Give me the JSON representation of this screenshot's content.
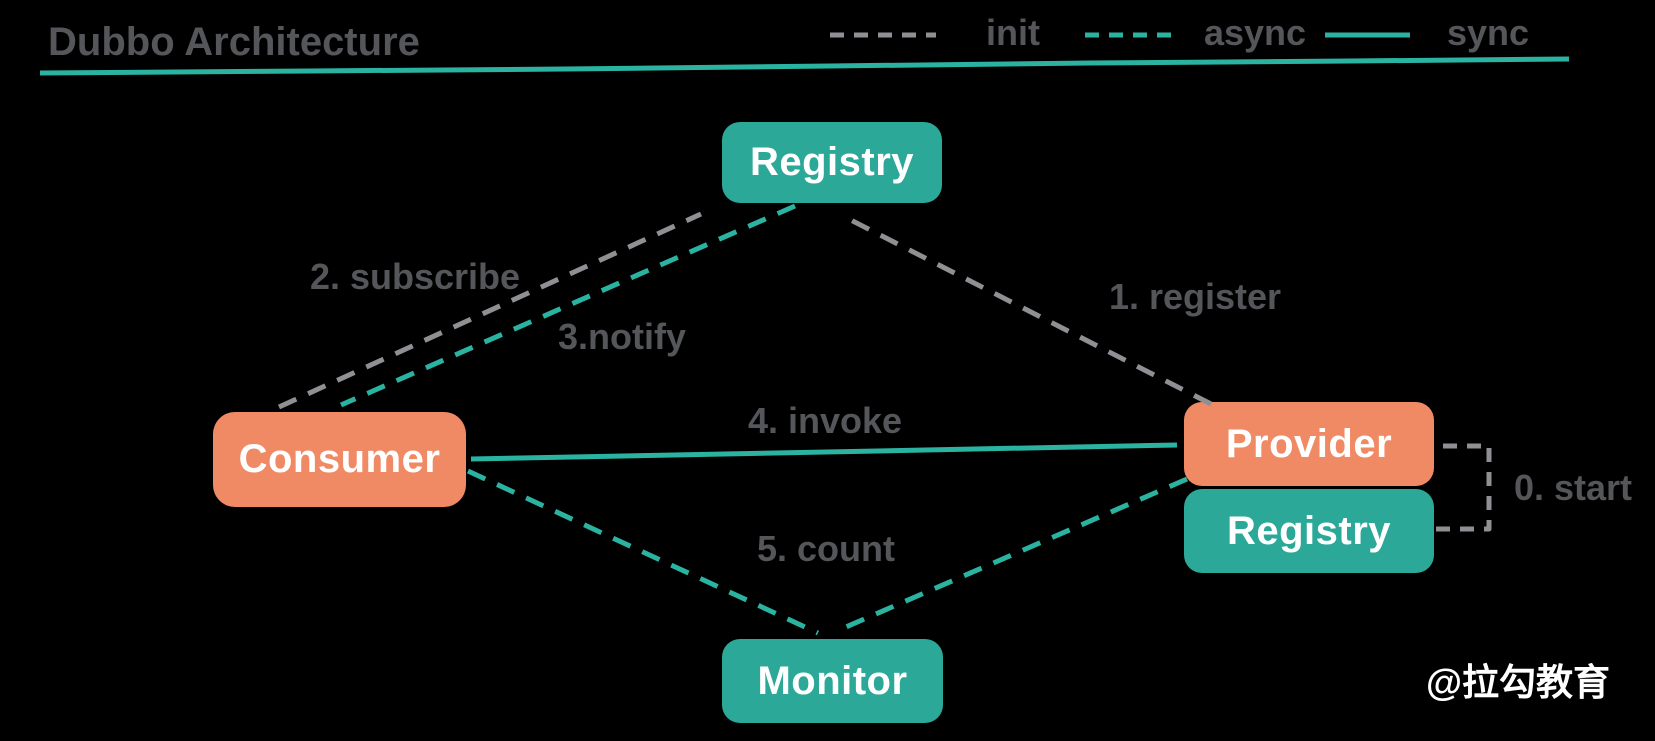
{
  "title": "Dubbo Architecture",
  "watermark": "@拉勾教育",
  "legend": {
    "items": [
      {
        "label": "init",
        "line": "dashed",
        "color": "gray"
      },
      {
        "label": "async",
        "line": "dashed",
        "color": "teal"
      },
      {
        "label": "sync",
        "line": "solid",
        "color": "teal"
      }
    ]
  },
  "nodes": {
    "registry_top": {
      "label": "Registry",
      "color": "teal"
    },
    "consumer": {
      "label": "Consumer",
      "color": "orange"
    },
    "provider": {
      "label": "Provider",
      "color": "orange"
    },
    "provider_registry": {
      "label": "Registry",
      "color": "teal"
    },
    "monitor": {
      "label": "Monitor",
      "color": "teal"
    }
  },
  "edges": {
    "start": {
      "label": "0. start",
      "type": "init",
      "from": "provider_registry",
      "to": "provider"
    },
    "register": {
      "label": "1. register",
      "type": "init",
      "from": "provider",
      "to": "registry_top"
    },
    "subscribe": {
      "label": "2. subscribe",
      "type": "init",
      "from": "consumer",
      "to": "registry_top"
    },
    "notify": {
      "label": "3.notify",
      "type": "async",
      "from": "registry_top",
      "to": "consumer"
    },
    "invoke": {
      "label": "4. invoke",
      "type": "sync",
      "from": "consumer",
      "to": "provider"
    },
    "count": {
      "label": "5. count",
      "type": "async",
      "from": "consumer & provider",
      "to": "monitor"
    }
  },
  "colors": {
    "background": "#000000",
    "teal": "#2BA897",
    "teal_arrow": "#2BB3A1",
    "orange": "#F08A64",
    "text_gray": "#55565A",
    "arrow_gray": "#8E9093",
    "box_text": "#FFFFFF"
  }
}
